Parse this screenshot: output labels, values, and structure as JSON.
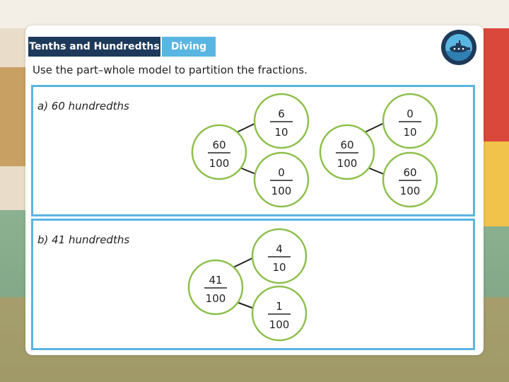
{
  "header": {
    "tab_title": "Tenths and Hundredths",
    "tab_level": "Diving"
  },
  "badge": {
    "icon": "submarine-icon"
  },
  "instruction": "Use the part–whole model to partition the fractions.",
  "questions": [
    {
      "label": "a) 60 hundredths",
      "models": [
        {
          "whole": {
            "num": "60",
            "den": "100"
          },
          "parts": [
            {
              "num": "6",
              "den": "10"
            },
            {
              "num": "0",
              "den": "100"
            }
          ]
        },
        {
          "whole": {
            "num": "60",
            "den": "100"
          },
          "parts": [
            {
              "num": "0",
              "den": "10"
            },
            {
              "num": "60",
              "den": "100"
            }
          ]
        }
      ]
    },
    {
      "label": "b) 41 hundredths",
      "models": [
        {
          "whole": {
            "num": "41",
            "den": "100"
          },
          "parts": [
            {
              "num": "4",
              "den": "10"
            },
            {
              "num": "1",
              "den": "100"
            }
          ]
        }
      ]
    }
  ],
  "colors": {
    "navy": "#1e3a5a",
    "sky": "#59b5e1",
    "green": "#8cbf4a"
  }
}
